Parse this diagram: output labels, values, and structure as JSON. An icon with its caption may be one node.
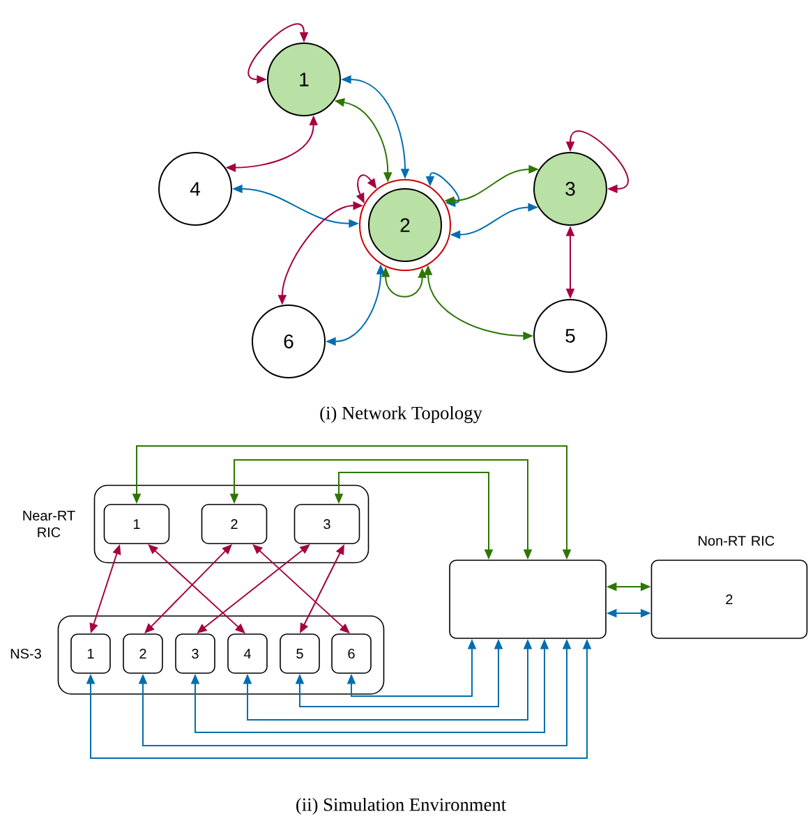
{
  "diagram": {
    "nodes": [
      {
        "text": [
          "1"
        ]
      },
      {
        "text": [
          "4"
        ]
      },
      {
        "text": [
          "2"
        ]
      },
      {
        "text": [
          "3"
        ]
      },
      {
        "text": [
          "6"
        ]
      },
      {
        "text": [
          "5"
        ]
      },
      {
        "text": [
          "Near-RT RIC"
        ]
      },
      {
        "text": [
          "1"
        ],
        "in": 6
      },
      {
        "text": [
          "2"
        ],
        "in": 6
      },
      {
        "text": [
          "3"
        ],
        "in": 6
      },
      {
        "text": [
          "NS-3"
        ]
      },
      {
        "text": [
          "1"
        ],
        "in": 10
      },
      {
        "text": [
          "2"
        ],
        "in": 10
      },
      {
        "text": [
          "3"
        ],
        "in": 10
      },
      {
        "text": [
          "4"
        ],
        "in": 10
      },
      {
        "text": [
          "5"
        ],
        "in": 10
      },
      {
        "text": [
          "6"
        ],
        "in": 10
      },
      {
        "text": [],
        "shape": "box"
      },
      {
        "text": [
          "Non-RT RIC",
          "2"
        ]
      }
    ],
    "edges": [
      {
        "from": 0,
        "to": 0,
        "arrow": "both",
        "color": "#a50040"
      },
      {
        "from": 0,
        "to": 1,
        "arrow": "both",
        "color": "#a50040"
      },
      {
        "from": 0,
        "to": 2,
        "arrow": "both",
        "color": "#006eaf"
      },
      {
        "from": 0,
        "to": 2,
        "arrow": "both",
        "color": "#2d7600"
      },
      {
        "from": 2,
        "to": 2,
        "arrow": "both",
        "color": "#a50040"
      },
      {
        "from": 2,
        "to": 2,
        "arrow": "both",
        "color": "#006eaf"
      },
      {
        "from": 2,
        "to": 2,
        "arrow": "both",
        "color": "#2d7600"
      },
      {
        "from": 1,
        "to": 2,
        "arrow": "both",
        "color": "#006eaf"
      },
      {
        "from": 2,
        "to": 3,
        "arrow": "both",
        "color": "#2d7600"
      },
      {
        "from": 2,
        "to": 3,
        "arrow": "both",
        "color": "#006eaf"
      },
      {
        "from": 3,
        "to": 3,
        "arrow": "both",
        "color": "#a50040"
      },
      {
        "from": 3,
        "to": 5,
        "arrow": "both",
        "color": "#a50040"
      },
      {
        "from": 2,
        "to": 4,
        "arrow": "both",
        "color": "#a50040"
      },
      {
        "from": 2,
        "to": 4,
        "arrow": "both",
        "color": "#006eaf"
      },
      {
        "from": 2,
        "to": 5,
        "arrow": "both",
        "color": "#2d7600"
      },
      {
        "from": 7,
        "to": 17,
        "arrow": "both",
        "color": "#2d7600"
      },
      {
        "from": 8,
        "to": 17,
        "arrow": "both",
        "color": "#2d7600"
      },
      {
        "from": 9,
        "to": 17,
        "arrow": "both",
        "color": "#2d7600"
      },
      {
        "from": 7,
        "to": 11,
        "arrow": "both",
        "color": "#a50040"
      },
      {
        "from": 7,
        "to": 14,
        "arrow": "both",
        "color": "#a50040"
      },
      {
        "from": 8,
        "to": 12,
        "arrow": "both",
        "color": "#a50040"
      },
      {
        "from": 8,
        "to": 16,
        "arrow": "both",
        "color": "#a50040"
      },
      {
        "from": 9,
        "to": 13,
        "arrow": "both",
        "color": "#a50040"
      },
      {
        "from": 9,
        "to": 15,
        "arrow": "both",
        "color": "#a50040"
      },
      {
        "from": 11,
        "to": 17,
        "arrow": "both",
        "color": "#006eaf"
      },
      {
        "from": 12,
        "to": 17,
        "arrow": "both",
        "color": "#006eaf"
      },
      {
        "from": 13,
        "to": 17,
        "arrow": "both",
        "color": "#006eaf"
      },
      {
        "from": 14,
        "to": 17,
        "arrow": "both",
        "color": "#006eaf"
      },
      {
        "from": 15,
        "to": 17,
        "arrow": "both",
        "color": "#006eaf"
      },
      {
        "from": 16,
        "to": 17,
        "arrow": "both",
        "color": "#006eaf"
      },
      {
        "from": 17,
        "to": 18,
        "arrow": "both",
        "color": "#2d7600"
      },
      {
        "from": 17,
        "to": 18,
        "arrow": "both",
        "color": "#006eaf"
      }
    ],
    "labels": [
      "(i) Network Topology",
      "(ii) Simulation Environment"
    ]
  }
}
